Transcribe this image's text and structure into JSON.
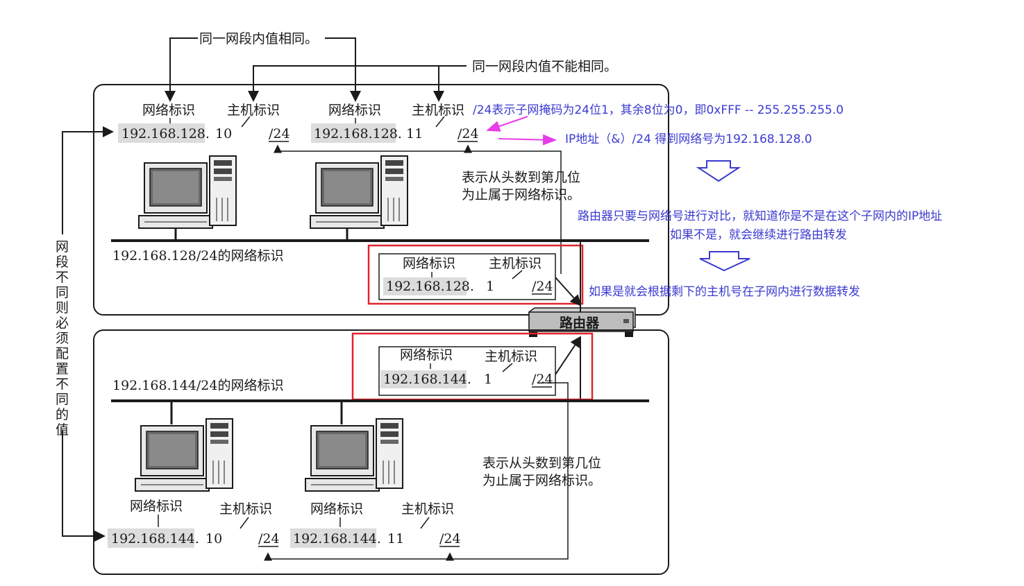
{
  "top_labels": {
    "same_value": "同一网段内值相同。",
    "diff_value": "同一网段内值不能相同。"
  },
  "left_vertical": "网段不同则必须配置不同的值",
  "network_id_label": "网络标识",
  "host_id_label": "主机标识",
  "prefix": "/24",
  "subnet1": {
    "caption": "192.168.128/24的网络标识",
    "host_a": {
      "net": "192.168.128.",
      "host": "10"
    },
    "host_b": {
      "net": "192.168.128.",
      "host": "11"
    },
    "router_if": {
      "net": "192.168.128.",
      "host": "1"
    },
    "prefix_note": [
      "表示从头数到第几位",
      "为止属于网络标识。"
    ]
  },
  "subnet2": {
    "caption": "192.168.144/24的网络标识",
    "host_a": {
      "net": "192.168.144.",
      "host": "10"
    },
    "host_b": {
      "net": "192.168.144.",
      "host": "11"
    },
    "router_if": {
      "net": "192.168.144.",
      "host": "1"
    },
    "prefix_note": [
      "表示从头数到第几位",
      "为止属于网络标识。"
    ]
  },
  "router_label": "路由器",
  "annotations": {
    "mask_note": "/24表示子网掩码为24位1，其余8位为0，即0xFFF -- 255.255.255.0",
    "and_note": "IP地址（&）/24 得到网络号为192.168.128.0",
    "compare_note": "路由器只要与网络号进行对比，就知道你是不是在这个子网内的IP地址",
    "forward_note": "如果不是，就会继续进行路由转发",
    "inner_note": "如果是就会根据剩下的主机号在子网内进行数据转发"
  },
  "colors": {
    "annotation": "#3a3ad0",
    "highlight_box": "#e0242c",
    "magenta_arrow": "#e83ce8",
    "ip_bg": "#dcdcdc",
    "line": "#1a1a1a"
  }
}
